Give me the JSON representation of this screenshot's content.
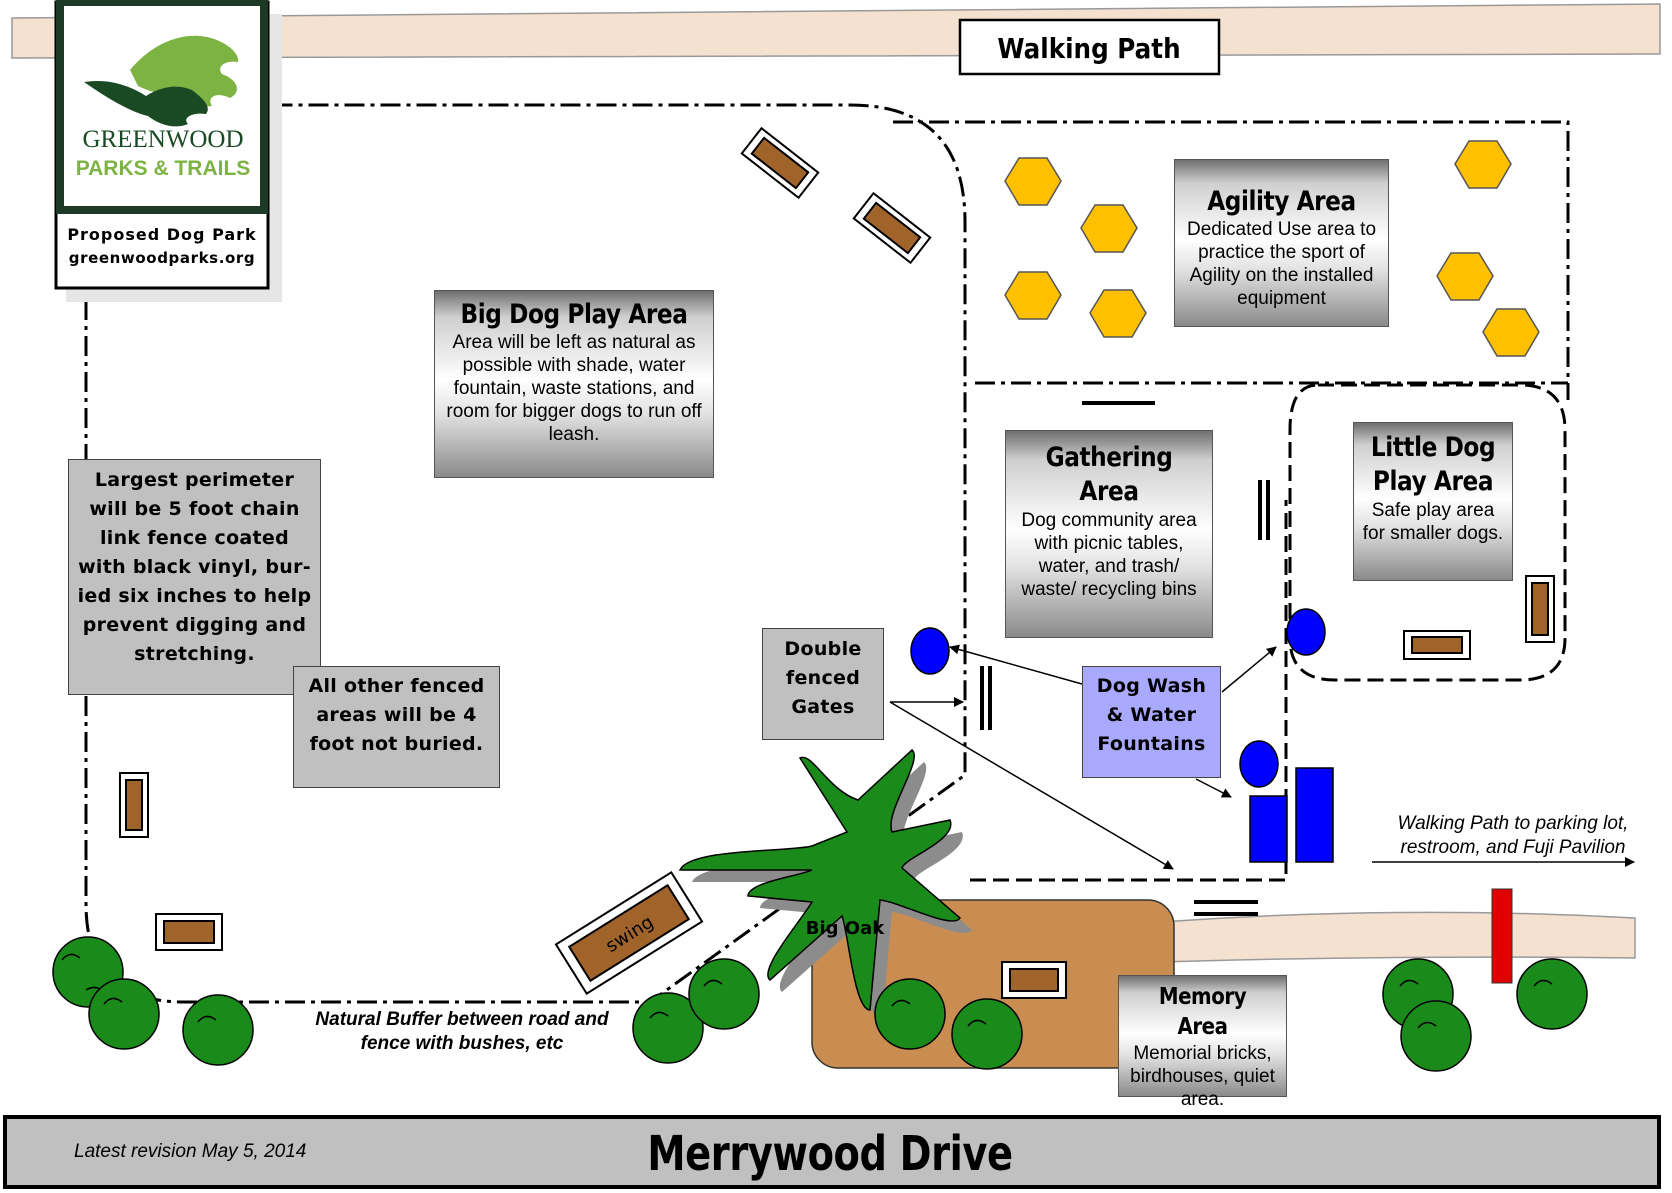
{
  "logo": {
    "name": "GREENWOOD",
    "tagline": "PARKS & TRAILS",
    "subtitle": "Proposed Dog Park",
    "website": "greenwoodparks.org",
    "colors": {
      "dark_green": "#1a4a24",
      "light_green": "#7cb342",
      "frame": "#1d3a26"
    }
  },
  "walking_path": {
    "label": "Walking Path",
    "color": "#f5e1d0"
  },
  "areas": {
    "big_dog": {
      "title": "Big Dog Play Area",
      "description": "Area will be left as natural as possible with shade, water fountain, waste stations, and room for bigger dogs to run off leash."
    },
    "agility": {
      "title": "Agility Area",
      "description": "Dedicated Use area to practice the sport of Agility on the installed equipment"
    },
    "gathering": {
      "title_line1": "Gathering",
      "title_line2": "Area",
      "description": "Dog community area with picnic tables, water, and trash/ waste/ recycling bins"
    },
    "little_dog": {
      "title_line1": "Little Dog",
      "title_line2": "Play Area",
      "description": "Safe play area for smaller dogs."
    },
    "memory": {
      "title": "Memory Area",
      "description": "Memorial bricks, birdhouses, quiet area."
    }
  },
  "notes": {
    "perimeter": "Largest perimeter will be 5 foot chain link fence coated with black vinyl, bur-ied six inches to help prevent digging and stretching.",
    "other_fences": "All other fenced areas will be 4 foot not buried.",
    "gates": "Double fenced Gates",
    "dog_wash": "Dog Wash & Water Fountains",
    "buffer": "Natural Buffer between road and fence with bushes, etc",
    "parking": "Walking Path to parking lot, restroom, and Fuji Pavilion"
  },
  "features": {
    "big_oak": "Big Oak",
    "swing": "swing"
  },
  "footer": {
    "revision": "Latest revision May 5, 2014",
    "road": "Merrywood Drive"
  },
  "colors": {
    "hexagon": "#ffc000",
    "bench": "#a0632a",
    "tree": "#1a8a1a",
    "fountain": "#0000ff",
    "memory_ground": "#c98d52",
    "post": "#e00000",
    "dog_wash_box": "#a9a9ff",
    "note_box": "#c0c0c0"
  }
}
